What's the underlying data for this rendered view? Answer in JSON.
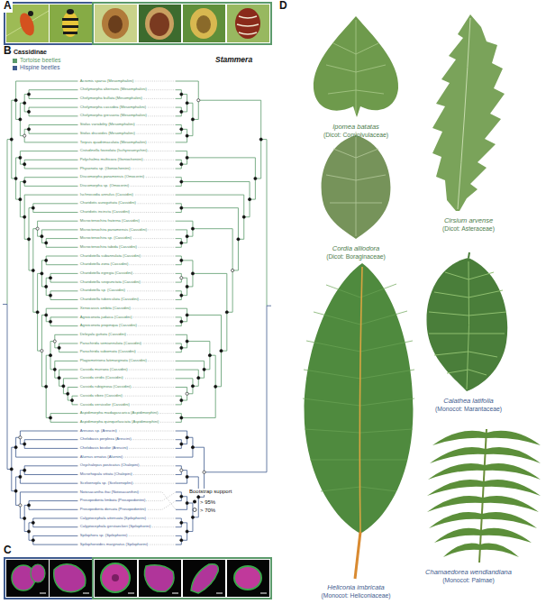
{
  "diagram": {
    "labels": [
      "A",
      "B",
      "C",
      "D",
      "Cassidinae",
      "Stammera",
      "Bootstrap support",
      "Acromis sparsa (Mesomphaliini)",
      "Chelymorpha alternans (Mesomphaliini)",
      "Chelymorpha bullata (Mesomphaliini)",
      "Chelymorpha cassidea (Mesomphaliini)",
      "Chelymorpha gressoria (Mesomphaliini)",
      "Stolas variability (Mesomphaliini)",
      "Stolas discoides (Mesomphaliini)",
      "Terpsis quadrimaculata (Mesomphaliini)",
      "Cistudinella foveolata (Ischyrosonychini)",
      "Polychalma multicava (Goniocheniini)",
      "Physonota sp. (Goniocheniini)",
      "Discomorpha panamensis (Omocerini)",
      "Discomorpha sp. (Omocerini)",
      "Ischnocodia annulus (Cassidini)",
      "Charidotis auroguttata (Cassidini)",
      "Charidotis incincta (Cassidini)",
      "Microctenochira fraterna (Cassidini)",
      "Microctenochira panamensis (Cassidini)",
      "Microctenochira sp. (Cassidini)",
      "Microctenochira tabida (Cassidini)",
      "Charidotella subannulata (Cassidini)",
      "Charidotella zona (Cassidini)",
      "Charidotella egregia (Cassidini)",
      "Charidotella sexpunctata (Cassidini)",
      "Charidotella sp. (Cassidini)",
      "Charidotella tuberculata (Cassidini)",
      "Xenocassis ambita (Cassidini)",
      "Agroiconota judaica (Cassidini)",
      "Agroiconota propinqua (Cassidini)",
      "Deloyala guttata (Cassidini)",
      "Parachirida semiannulata (Cassidini)",
      "Parachirida subornata (Cassidini)",
      "Plagiometriona latimarginata (Cassidini)",
      "Cassida murraea (Cassidini)",
      "Cassida viridis (Cassidini)",
      "Cassida rubiginosa (Cassidini)",
      "Cassida vibex (Cassidini)",
      "Cassida versicolor (Cassidini)",
      "Aspidimorpha madagascarica (Aspidimorphini)",
      "Aspidimorpha quinquefasciata (Aspidimorphini)",
      "Aresous sp. (Arescini)",
      "Chelobasis perplexa (Arescini)",
      "Chelobasis bicolor (Arescini)",
      "Alurnus ornatus (Alurnini)",
      "Oxychalepus posticatus (Chalepini)",
      "Microrhopala vittata (Chalepini)",
      "Sceloenopla sp. (Sceloenoplini)",
      "Notosacantha ihai (Notosacanthini)",
      "Prosopodonta limbata (Prosopodontini)",
      "Prosopodonta dorsata (Prosopodontini)",
      "Calyptocephala attenuata (Spilophorini)",
      "Calyptocephala gerstaeckeri (Spilophorini)",
      "Spilophora sp. (Spilophorini)",
      "Spilophoroides marginatus (Spilophorini)",
      "Ipomea batatas",
      "(Dicot: Convolvulaceae)",
      "Cirsium arvense",
      "(Dicot: Asteraceae)",
      "Cordia alliodora",
      "(Dicot: Boraginaceae)",
      "Calathea latifolia",
      "(Monocot: Marantaceae)",
      "Heliconia imbricata",
      "(Monocot: Heliconiaceae)",
      "Chamaedorea wendlandiana",
      "(Monocot: Palmae)"
    ],
    "legend": [
      {
        "text": "Tortoise beetles",
        "color": "#5b9a6b"
      },
      {
        "text": "Hispine beetles",
        "color": "#3f5b8e"
      },
      {
        "text": "> 95%"
      },
      {
        "text": "> 70%"
      }
    ]
  }
}
